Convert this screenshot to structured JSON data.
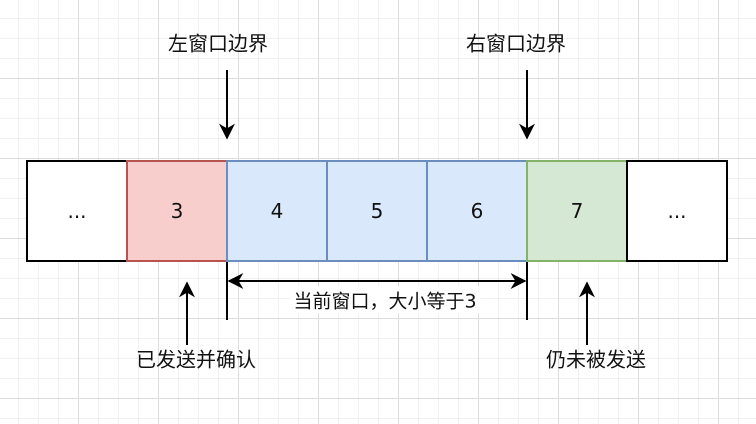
{
  "diagram": {
    "cells": [
      {
        "label": "...",
        "fill": "#ffffff",
        "stroke": "#000000"
      },
      {
        "label": "3",
        "fill": "#f8cecc",
        "stroke": "#b85450"
      },
      {
        "label": "4",
        "fill": "#dae8fc",
        "stroke": "#6c8ebf"
      },
      {
        "label": "5",
        "fill": "#dae8fc",
        "stroke": "#6c8ebf"
      },
      {
        "label": "6",
        "fill": "#dae8fc",
        "stroke": "#6c8ebf"
      },
      {
        "label": "7",
        "fill": "#d5e8d4",
        "stroke": "#82b366"
      },
      {
        "label": "...",
        "fill": "#ffffff",
        "stroke": "#000000"
      }
    ],
    "left_window_border": "左窗口边界",
    "right_window_border": "右窗口边界",
    "current_window": "当前窗口，大小等于3",
    "sent_and_acked": "已发送并确认",
    "not_yet_sent": "仍未被发送"
  }
}
